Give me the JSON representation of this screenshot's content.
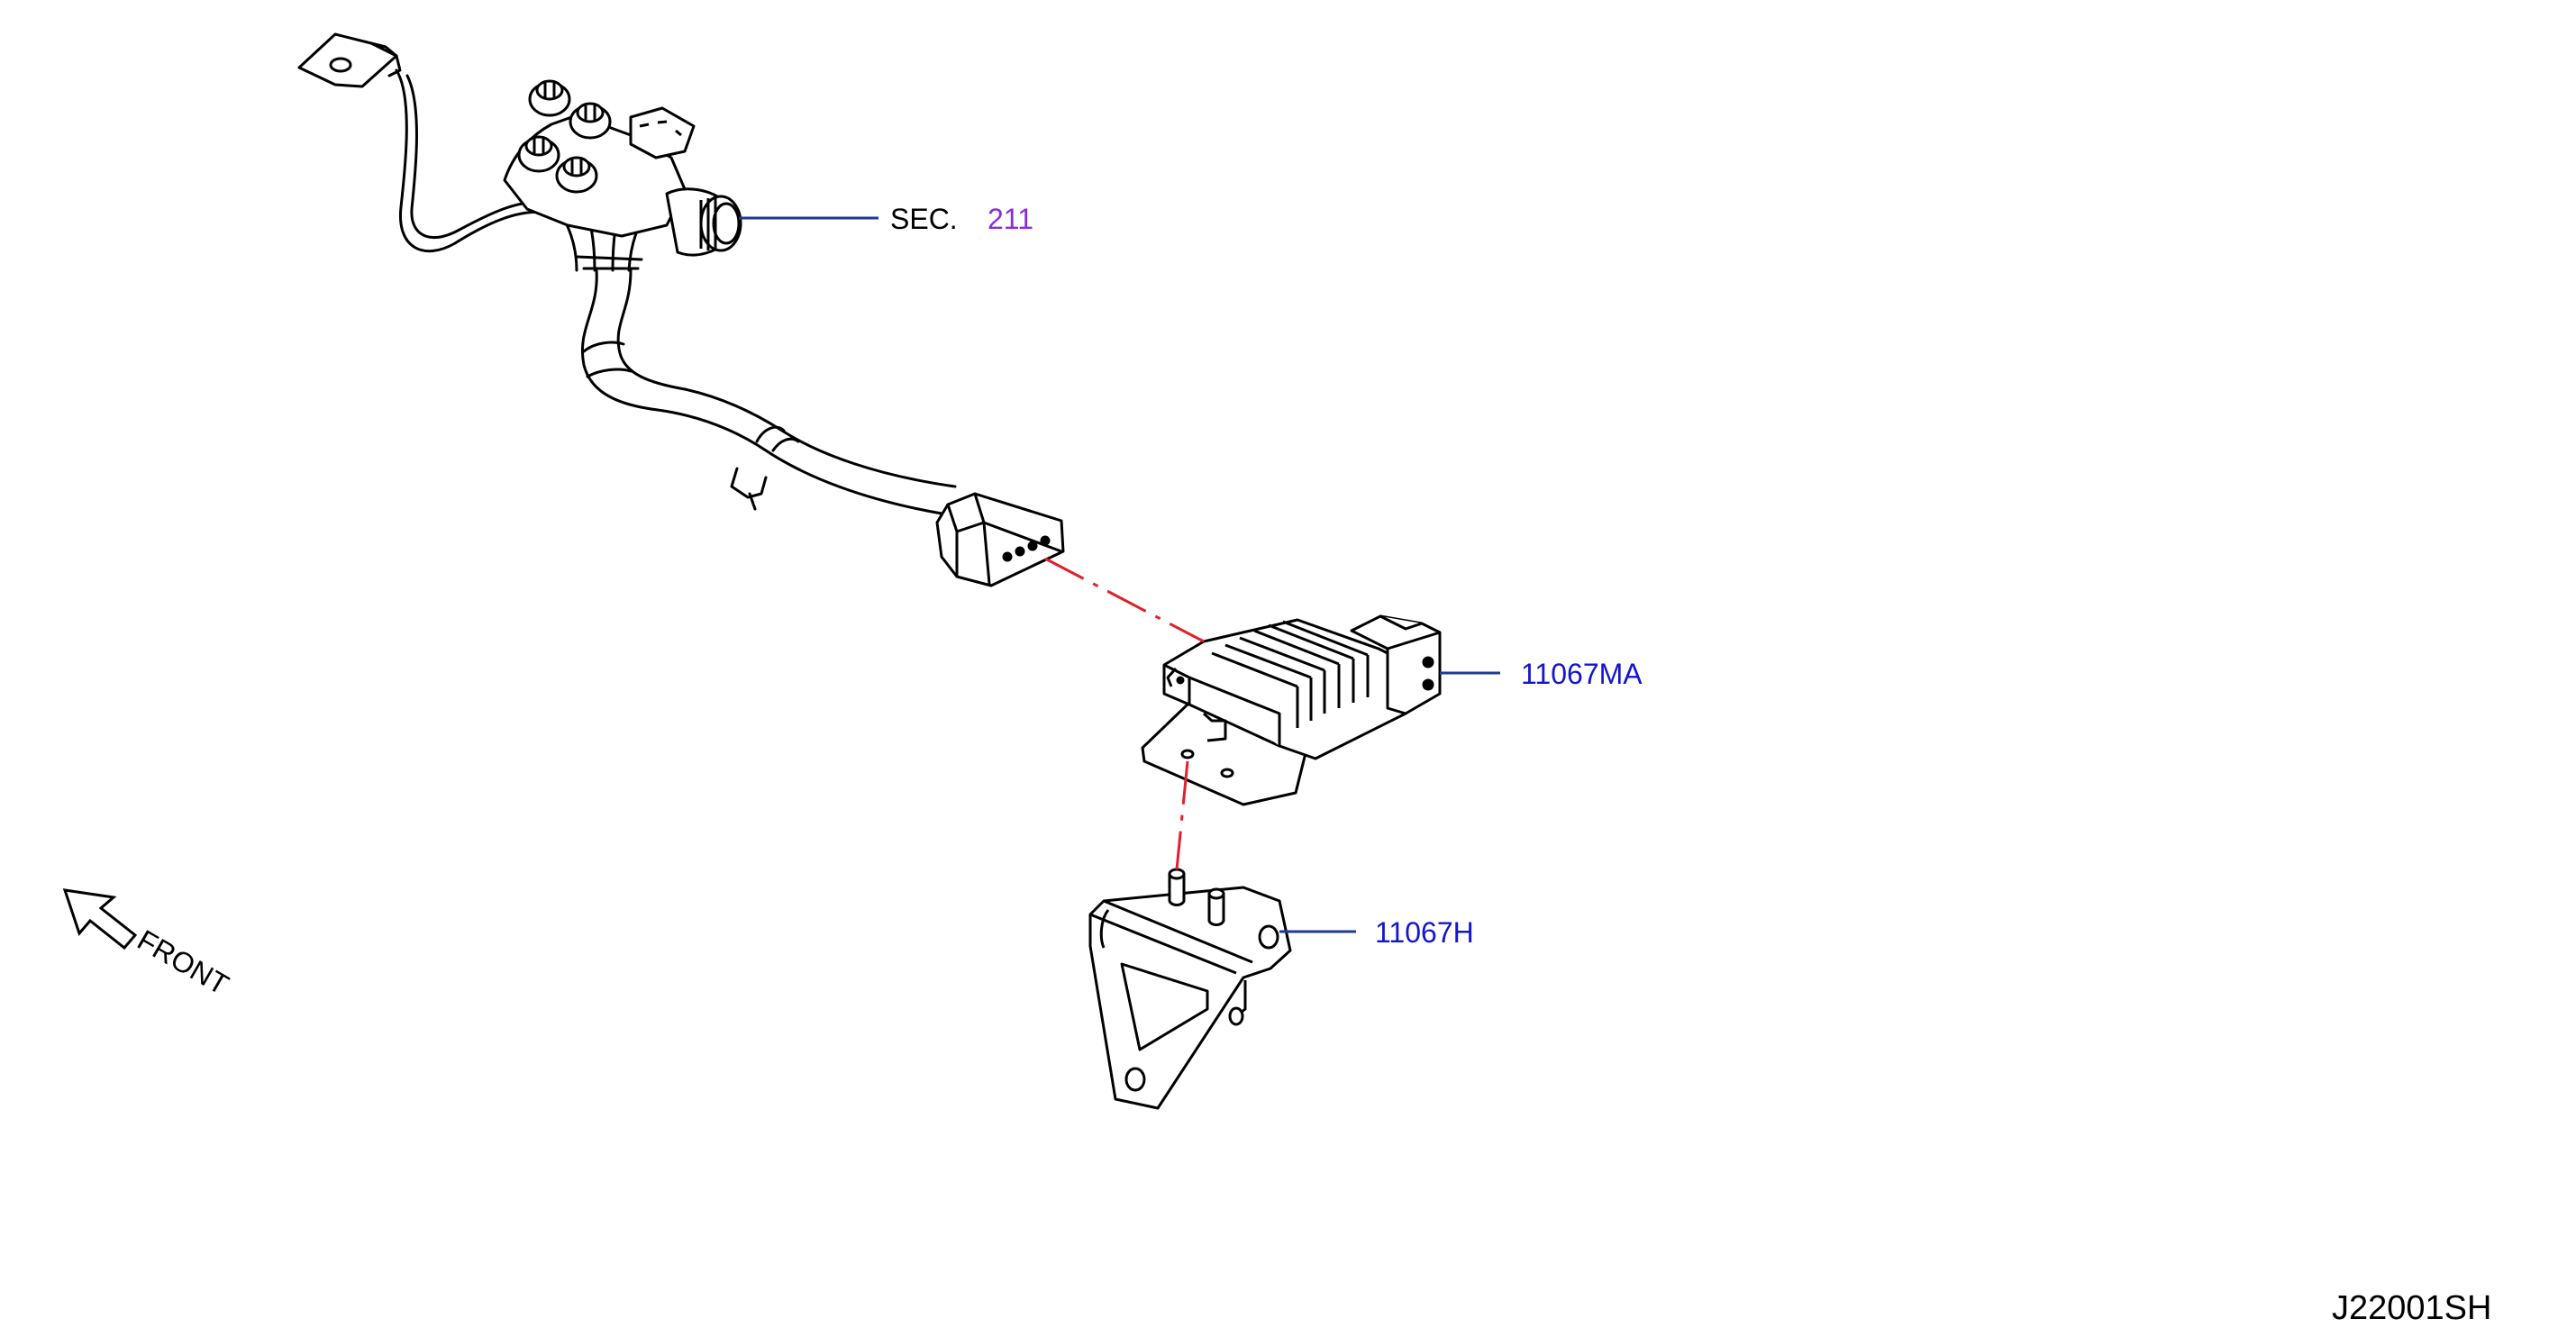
{
  "colors": {
    "line": "#000000",
    "callout_part": "#1414d2",
    "callout_section": "#8a2be2",
    "leader": "#1f3a93",
    "dash": "#e0202a"
  },
  "labels": {
    "sec_prefix": "SEC.",
    "sec_number": "211",
    "module_part": "11067MA",
    "bracket_part": "11067H",
    "front": "FRONT",
    "drawing_id": "J22001SH"
  },
  "icons": {
    "front_arrow": "front-direction-arrow-icon"
  }
}
